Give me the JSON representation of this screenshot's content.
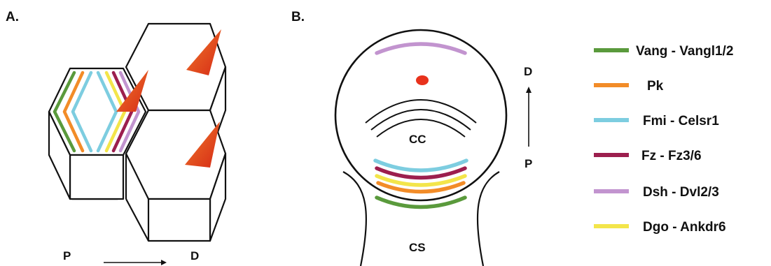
{
  "panels": {
    "a": {
      "label": "A.",
      "axis": {
        "from": "P",
        "to": "D"
      }
    },
    "b": {
      "label": "B.",
      "axis": {
        "from": "P",
        "to": "D"
      },
      "cell_label": "CC",
      "support_label": "CS"
    }
  },
  "legend": [
    {
      "label": "Vang - Vangl1/2",
      "color": "#5a9a3c"
    },
    {
      "label": "Pk",
      "color": "#f28c28"
    },
    {
      "label": "Fmi - Celsr1",
      "color": "#7dcde0"
    },
    {
      "label": "Fz - Fz3/6",
      "color": "#9c1f4e"
    },
    {
      "label": "Dsh - Dvl2/3",
      "color": "#c294cf"
    },
    {
      "label": "Dgo - Ankdr6",
      "color": "#f3e54a"
    }
  ],
  "colors": {
    "kinocilium": "#e8321c",
    "bundle": "#e23b1f"
  }
}
